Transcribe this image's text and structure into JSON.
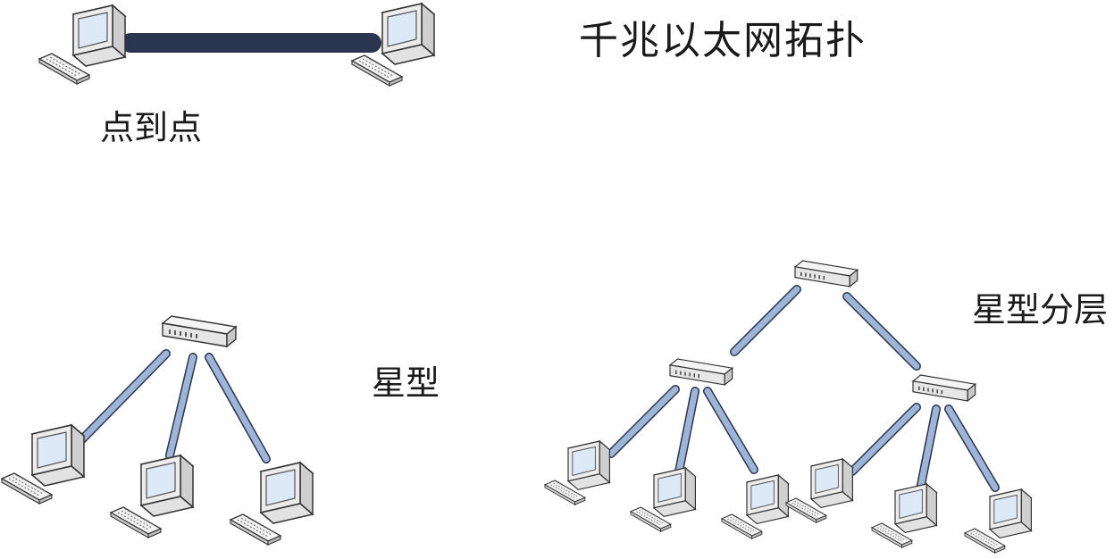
{
  "diagram": {
    "title": "千兆以太网拓扑",
    "sections": {
      "point_to_point": {
        "label": "点到点"
      },
      "star": {
        "label": "星型"
      },
      "hierarchical_star": {
        "label": "星型分层"
      }
    }
  },
  "colors": {
    "cable_fill": "#9fb5d8",
    "cable_stroke": "#2a3550",
    "device_face": "#f2f2f2",
    "device_side": "#d0d0d0",
    "screen": "#e4f0fb",
    "outline": "#333333"
  },
  "icons": [
    "computer-icon",
    "keyboard-icon",
    "switch-icon",
    "network-cable"
  ]
}
